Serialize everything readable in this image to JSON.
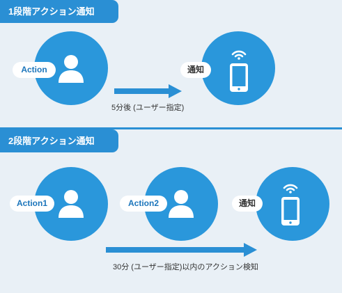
{
  "section1": {
    "heading": "1段階アクション通知",
    "action_label": "Action",
    "notify_label": "通知",
    "arrow_caption": "5分後 (ユーザー指定)"
  },
  "section2": {
    "heading": "2段階アクション通知",
    "action1_label": "Action1",
    "action2_label": "Action2",
    "notify_label": "通知",
    "arrow_caption": "30分 (ユーザー指定)以内のアクション検知"
  },
  "colors": {
    "accent": "#2a8fd4",
    "circle": "#2a97db",
    "panel_bg": "#e9f0f6",
    "label_blue": "#1b75bb"
  }
}
